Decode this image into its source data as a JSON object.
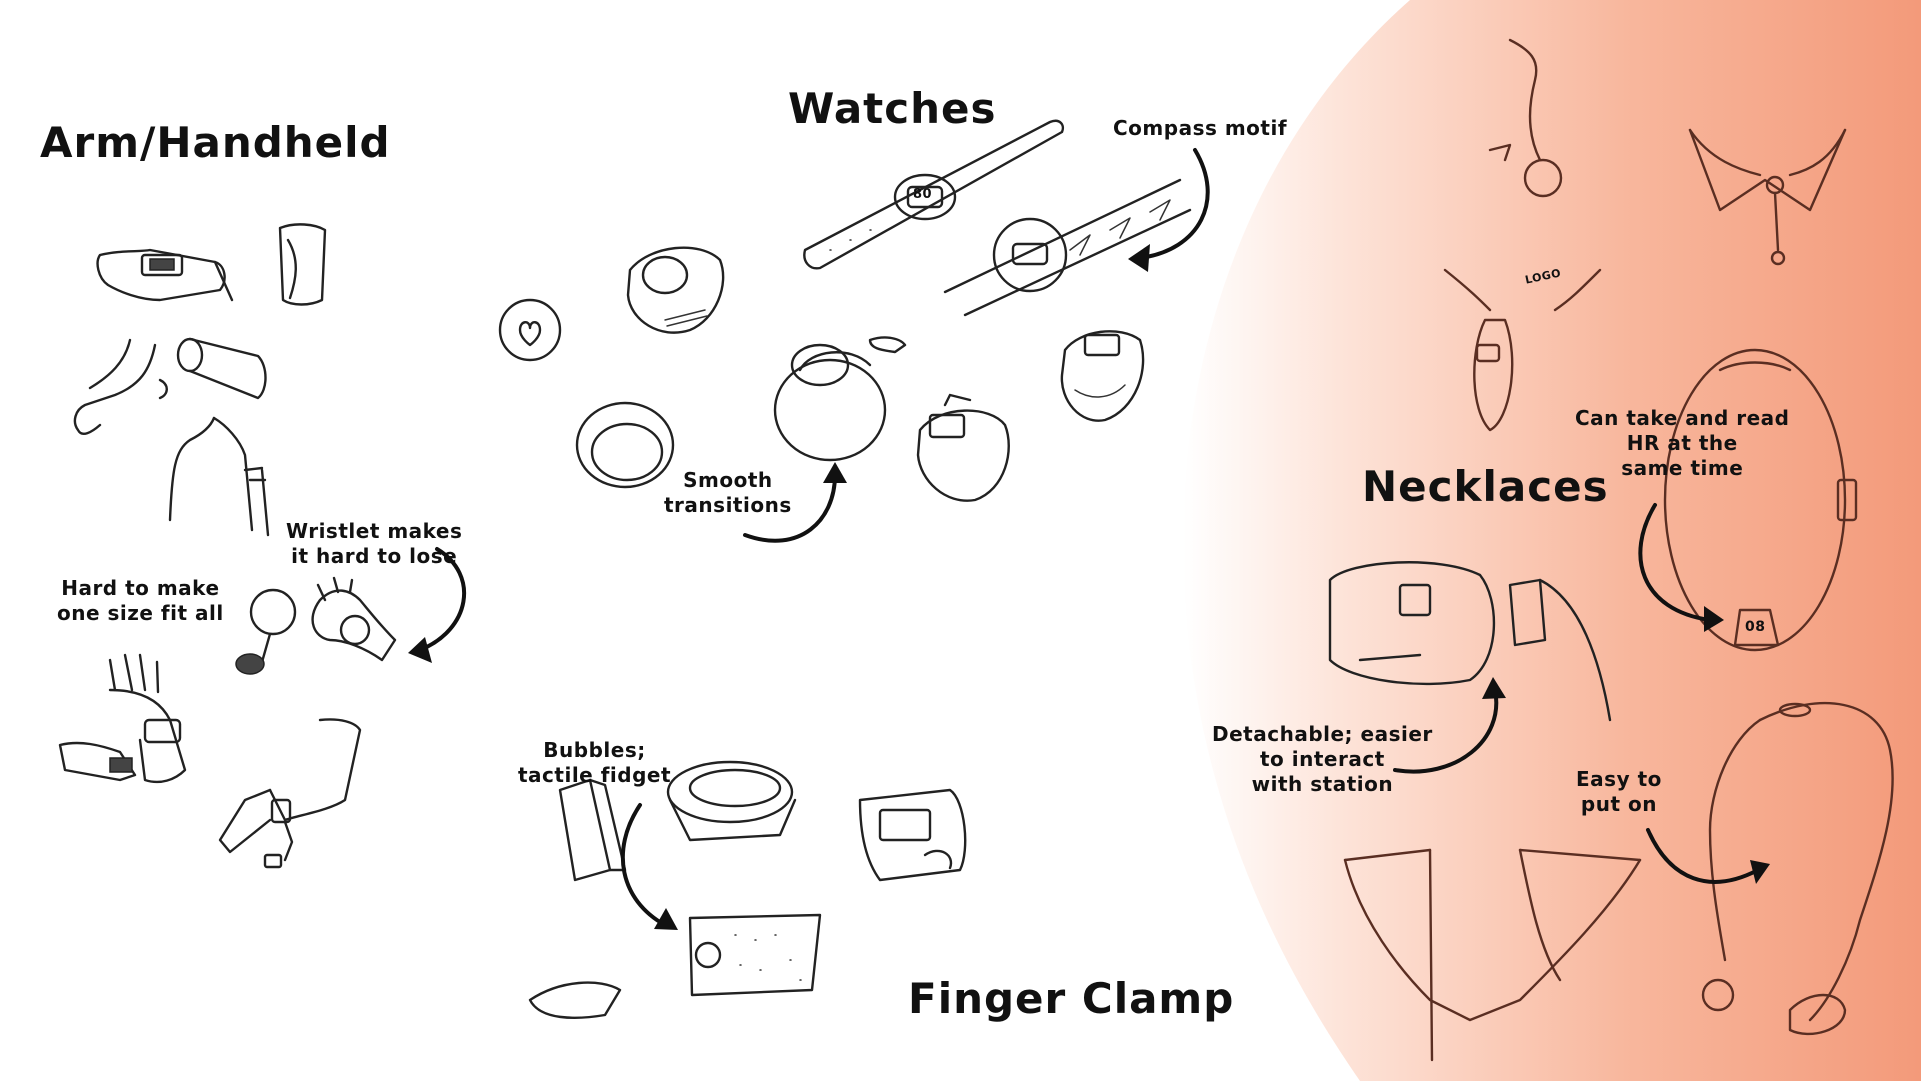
{
  "sections": {
    "arm": "Arm/Handheld",
    "watches": "Watches",
    "finger": "Finger Clamp",
    "necklaces": "Necklaces"
  },
  "notes": {
    "compass": [
      "Compass motif"
    ],
    "smooth": [
      "Smooth",
      "transitions"
    ],
    "wristlet": [
      "Wristlet makes",
      "it hard to lose"
    ],
    "size": [
      "Hard to make",
      "one size fit all"
    ],
    "bubbles": [
      "Bubbles;",
      "tactile fidget"
    ],
    "detachable": [
      "Detachable; easier",
      "to interact",
      "with station"
    ],
    "hr": [
      "Can take and read",
      "HR at the",
      "same time"
    ],
    "easy": [
      "Easy to",
      "put on"
    ]
  },
  "sketch_labels": {
    "display": "80",
    "necklace_display": "08",
    "logo": "LOGO"
  },
  "colors": {
    "accent": "#F39A7A",
    "ink": "#111111"
  }
}
